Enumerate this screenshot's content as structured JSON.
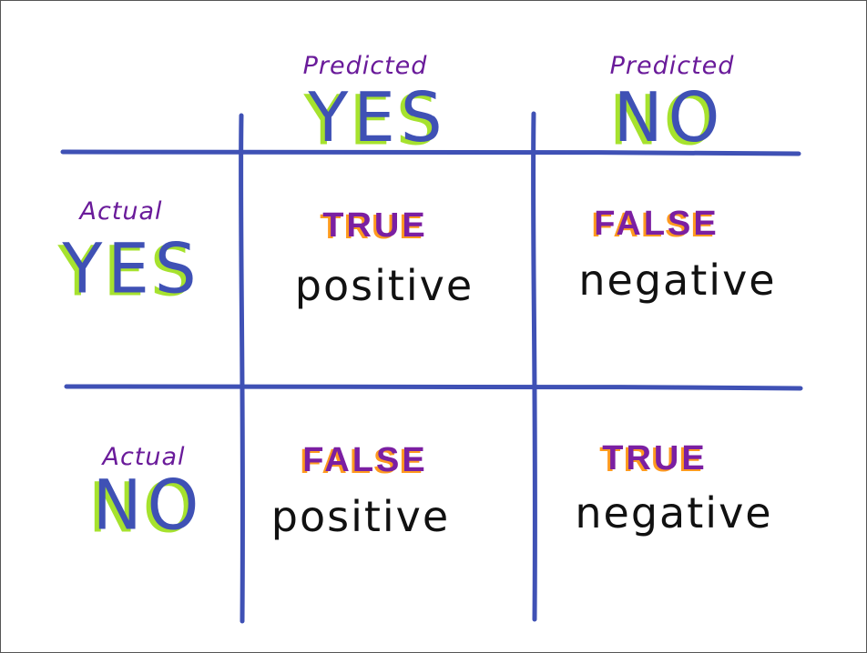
{
  "colors": {
    "grid": "#3f51b5",
    "big_letter": "#3f51b5",
    "big_letter_shadow": "#a6e22e",
    "caption": "#6a1b9a",
    "outcome": "#7b1fa2",
    "outcome_shadow": "#ff9a1f",
    "word": "#111111",
    "frame": "#555555"
  },
  "columns": {
    "yes": {
      "caption": "Predicted",
      "label": "YES"
    },
    "no": {
      "caption": "Predicted",
      "label": "NO"
    }
  },
  "rows": {
    "yes": {
      "caption": "Actual",
      "label": "YES"
    },
    "no": {
      "caption": "Actual",
      "label": "NO"
    }
  },
  "cells": {
    "tp": {
      "outcome": "TRUE",
      "kind": "positive"
    },
    "fn": {
      "outcome": "FALSE",
      "kind": "negative"
    },
    "fp": {
      "outcome": "FALSE",
      "kind": "positive"
    },
    "tn": {
      "outcome": "TRUE",
      "kind": "negative"
    }
  }
}
